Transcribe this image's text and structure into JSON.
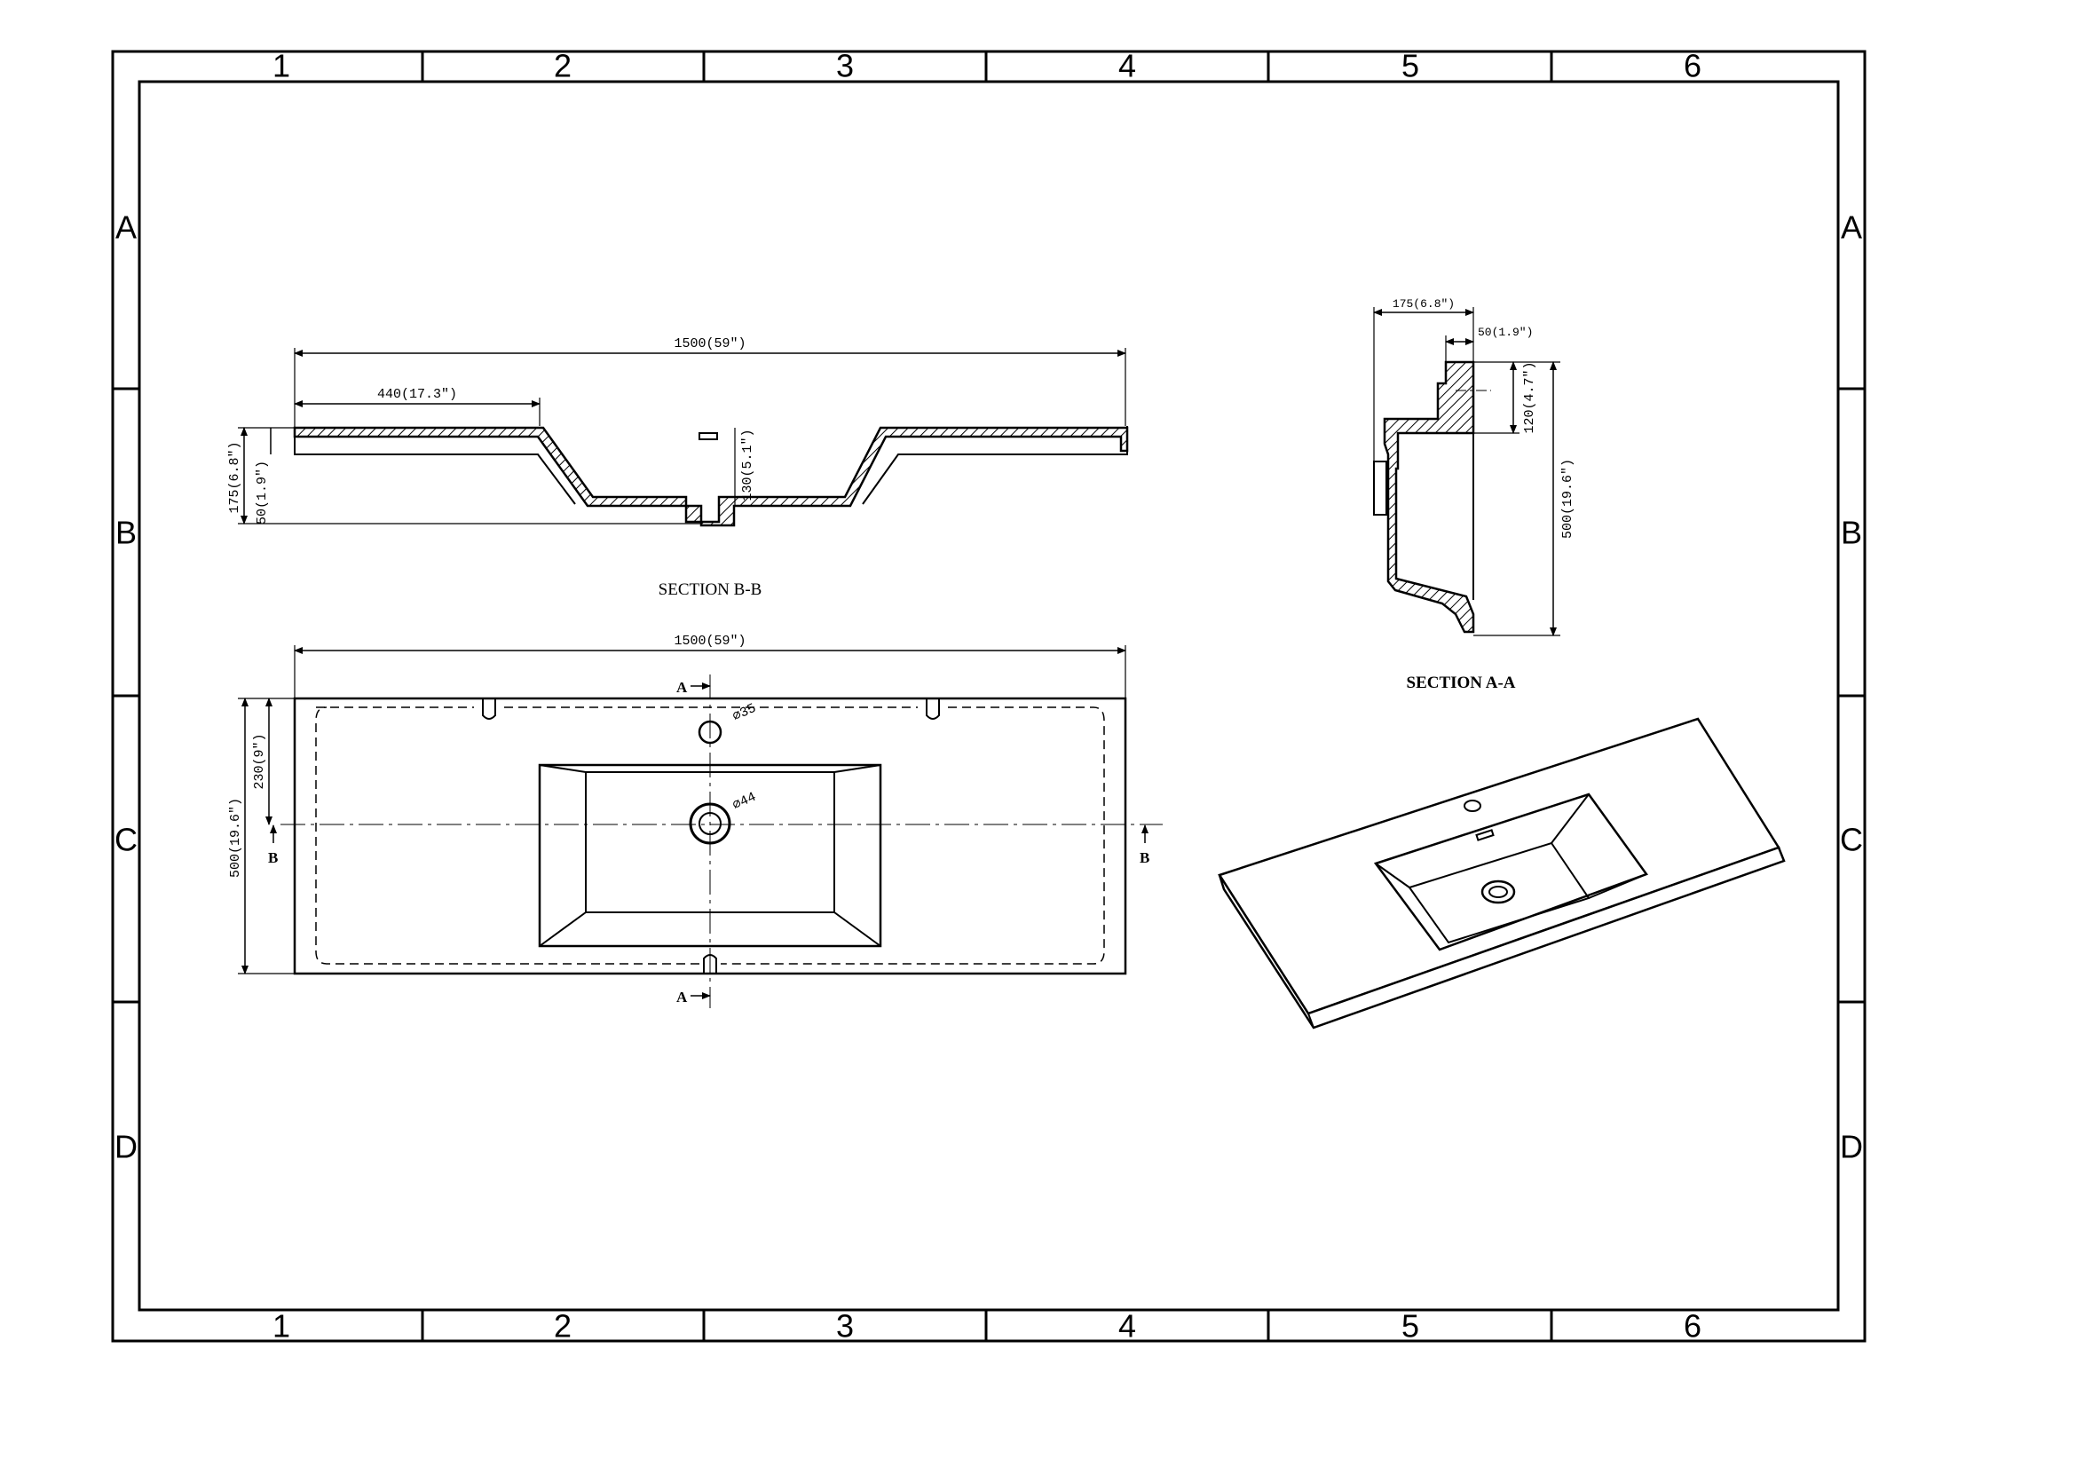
{
  "frame": {
    "columns": [
      "1",
      "2",
      "3",
      "4",
      "5",
      "6"
    ],
    "rows": [
      "A",
      "B",
      "C",
      "D"
    ]
  },
  "section_bb": {
    "caption": "SECTION B-B",
    "dim_length": "1500(59\")",
    "dim_offset": "440(17.3\")",
    "dim_height": "175(6.8\")",
    "dim_rim": "50(1.9\")",
    "dim_depth": "130(5.1\")"
  },
  "plan_view": {
    "dim_length": "1500(59\")",
    "dim_width": "500(19.6\")",
    "dim_center": "230(9\")",
    "tap_hole": "⌀35",
    "drain_hole": "⌀44",
    "cut_a": "A",
    "cut_b": "B"
  },
  "section_aa": {
    "caption": "SECTION A-A",
    "dim_height": "175(6.8\")",
    "dim_rim": "50(1.9\")",
    "dim_back": "120(4.7\")",
    "dim_width": "500(19.6\")"
  },
  "colors": {
    "line": "#000000",
    "background": "#ffffff"
  }
}
